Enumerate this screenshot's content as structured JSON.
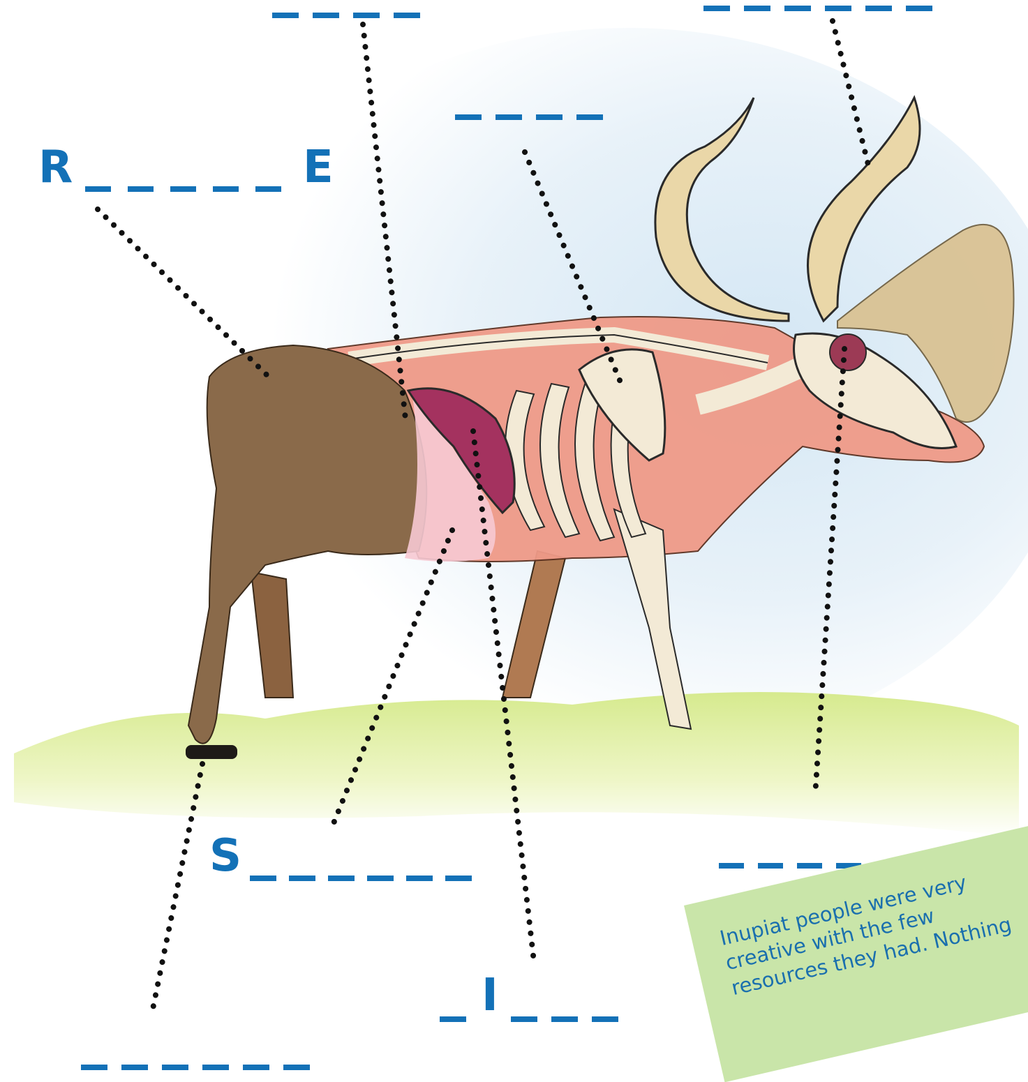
{
  "labels": {
    "top_left": {
      "blanks": 4
    },
    "top_right": {
      "blanks": 6
    },
    "middle_top": {
      "blanks": 4
    },
    "rib": {
      "first_letter": "R",
      "last_letter": "E",
      "blanks": 5
    },
    "s_word": {
      "first_letter": "S",
      "blanks": 6
    },
    "right_lower": {
      "blanks": 5
    },
    "i_word": {
      "letter": "I",
      "blanks_before": 1,
      "blanks_after": 3
    },
    "bottom_left": {
      "blanks": 6
    }
  },
  "note": {
    "line1": "Inupiat people were very",
    "line2": "creative with the few",
    "line3": "resources they had. Nothing"
  },
  "colors": {
    "label_blue": "#1371b7",
    "note_green": "#c9e5a9",
    "hide_brown": "#8a6a4a",
    "flesh_pink": "#ef9a88",
    "bone": "#f3ead6",
    "antler": "#d9c08e",
    "lung": "#a4325f",
    "grass": "#cfe58a"
  }
}
